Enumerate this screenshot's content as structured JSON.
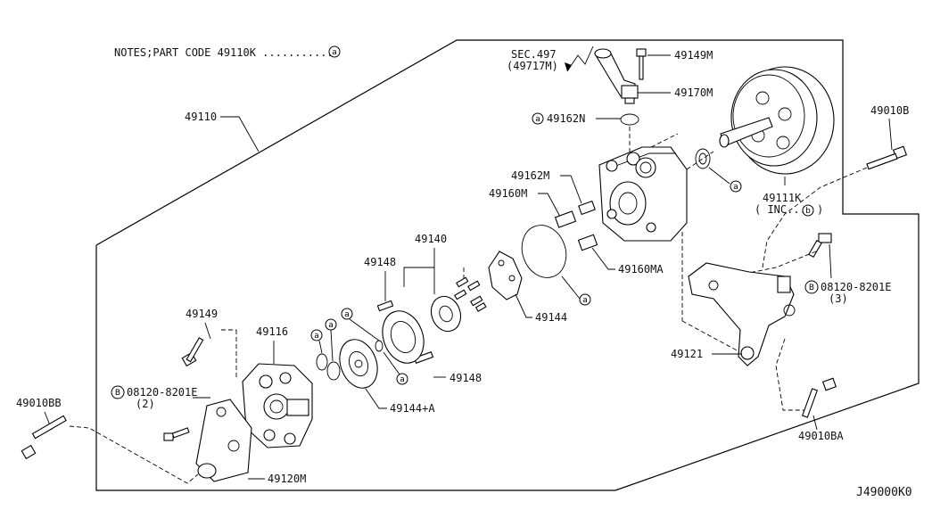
{
  "notes": {
    "text": "NOTES;PART CODE 49110K ............",
    "symbol": "a"
  },
  "diagram_code": "J49000K0",
  "labels": {
    "p49110": "49110",
    "sec_line1": "SEC.497",
    "sec_line2": "(49717M)",
    "p49149M": "49149M",
    "p49170M": "49170M",
    "p49162N": "49162N",
    "p49162M": "49162M",
    "p49160M": "49160M",
    "p49160MA": "49160MA",
    "p49140": "49140",
    "p49148_top": "49148",
    "p49148_bottom": "49148",
    "p49144": "49144",
    "p49144A": "49144+A",
    "p49149": "49149",
    "p49116": "49116",
    "bolt_left_line1": "08120-8201E",
    "bolt_left_line2": "(2)",
    "bolt_right_line1": "08120-8201E",
    "bolt_right_line2": "(3)",
    "p49010BB": "49010BB",
    "p49120M": "49120M",
    "p49121": "49121",
    "p49010BA": "49010BA",
    "p49010B": "49010B",
    "p49111K": "49111K",
    "inc_text": "( INC...",
    "inc_close": ")"
  },
  "symbols": {
    "a": "a",
    "b": "b",
    "B": "B"
  }
}
